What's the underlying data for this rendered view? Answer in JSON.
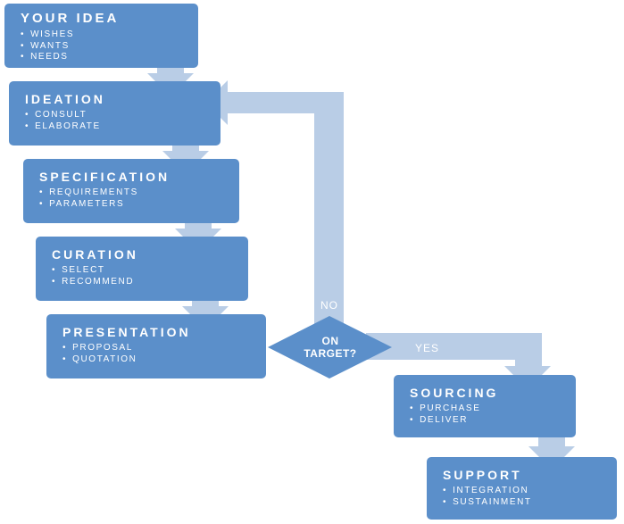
{
  "colors": {
    "box": "#5b8fca",
    "arrow": "#b9cde6",
    "text": "#ffffff"
  },
  "steps": [
    {
      "title": "YOUR IDEA",
      "items": [
        "WISHES",
        "WANTS",
        "NEEDS"
      ]
    },
    {
      "title": "IDEATION",
      "items": [
        "CONSULT",
        "ELABORATE"
      ]
    },
    {
      "title": "SPECIFICATION",
      "items": [
        "REQUIREMENTS",
        "PARAMETERS"
      ]
    },
    {
      "title": "CURATION",
      "items": [
        "SELECT",
        "RECOMMEND"
      ]
    },
    {
      "title": "PRESENTATION",
      "items": [
        "PROPOSAL",
        "QUOTATION"
      ]
    },
    {
      "title": "SOURCING",
      "items": [
        "PURCHASE",
        "DELIVER"
      ]
    },
    {
      "title": "SUPPORT",
      "items": [
        "INTEGRATION",
        "SUSTAINMENT"
      ]
    }
  ],
  "decision": {
    "line1": "ON",
    "line2": "TARGET?",
    "no_label": "NO",
    "yes_label": "YES"
  },
  "bullet": "•"
}
